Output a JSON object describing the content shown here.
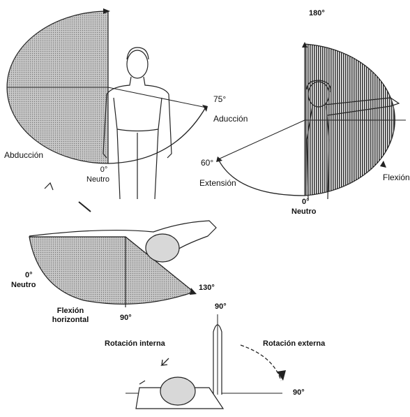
{
  "labels": {
    "deg_180": "180°",
    "deg_75": "75°",
    "aduccion": "Aducción",
    "abduccion": "Abducción",
    "deg_0_top": "0°",
    "neutro_top": "Neutro",
    "deg_60": "60°",
    "extension": "Extensión",
    "deg_0_side": "0°",
    "neutro_side": "Neutro",
    "flexion": "Flexión",
    "deg_0_mid": "0°",
    "neutro_mid": "Neutro",
    "flexion_horizontal_1": "Flexión",
    "flexion_horizontal_2": "horizontal",
    "deg_90_mid": "90°",
    "deg_130": "130°",
    "deg_90_top_rot": "90°",
    "rotacion_interna": "Rotación interna",
    "rotacion_externa": "Rotación externa",
    "deg_90_right": "90°"
  },
  "colors": {
    "shade": "#b9b9b9",
    "stripes": "#444444",
    "line": "#222222"
  }
}
